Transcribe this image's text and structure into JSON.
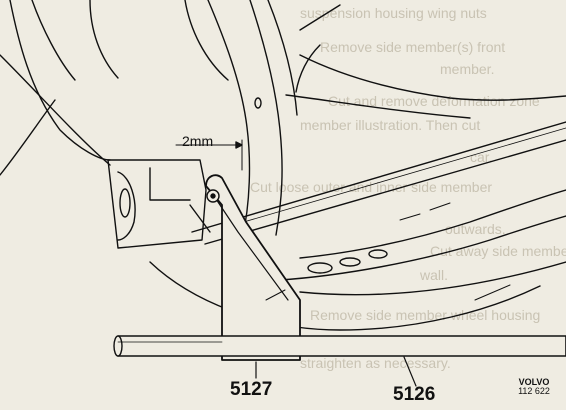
{
  "figure": {
    "dimension_label": "2mm",
    "parts": [
      {
        "number": "5127"
      },
      {
        "number": "5126"
      }
    ],
    "brand": "VOLVO",
    "figure_number": "112 622"
  },
  "colors": {
    "paper": "#efece2",
    "ink": "#111111",
    "bleed_through": "#c9c3b3"
  }
}
